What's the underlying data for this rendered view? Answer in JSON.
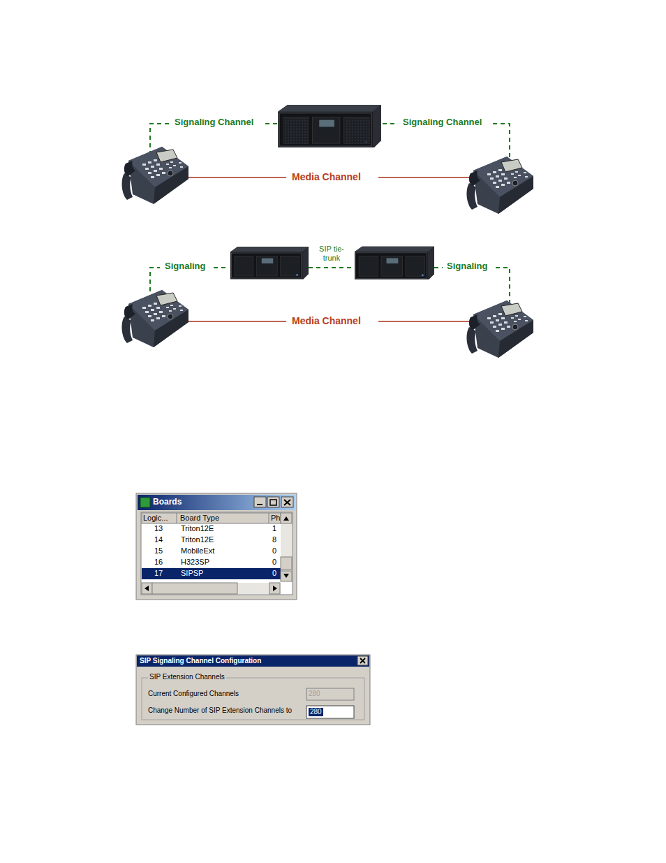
{
  "diagram": {
    "nodes": [
      {
        "text": [
          "Boards"
        ]
      },
      {
        "text": [
          "SIP Signaling Channel Configuration"
        ]
      },
      {
        "text": [
          "SIP Extension Channels"
        ],
        "in": 1
      }
    ],
    "labels": [
      "Signaling Channel",
      "Signaling Channel",
      "Media Channel",
      "Signaling",
      "SIP tie- trunk",
      "Signaling",
      "Media Channel",
      "Logic...",
      "Board Type",
      "Ph",
      "13",
      "Triton12E",
      "1",
      "14",
      "Triton12E",
      "8",
      "15",
      "MobileExt",
      "0",
      "16",
      "H323SP",
      "0",
      "17",
      "SIPSP",
      "0",
      "Current Configured Channels",
      "280",
      "Change Number of SIP Extension Channels to",
      "280"
    ]
  }
}
